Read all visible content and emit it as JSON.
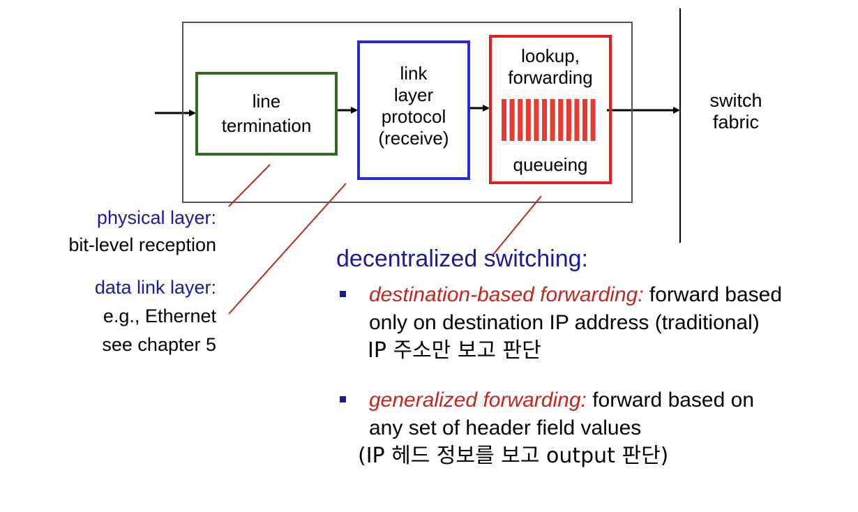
{
  "boxes": {
    "line_termination": [
      "line",
      "termination"
    ],
    "link_layer": [
      "link",
      "layer",
      "protocol",
      "(receive)"
    ],
    "lookup": {
      "top": [
        "lookup,",
        "forwarding"
      ],
      "bottom": "queueing"
    }
  },
  "right_label": [
    "switch",
    "fabric"
  ],
  "captions": {
    "physical_title": "physical layer:",
    "physical_desc": "bit-level reception",
    "datalink_title": "data link layer:",
    "datalink_desc1": "e.g., Ethernet",
    "datalink_desc2": "see chapter 5"
  },
  "heading": "decentralized switching:",
  "bullets": [
    {
      "lead": "destination-based forwarding:",
      "rest": " forward based",
      "line2": "only on destination IP address (traditional)",
      "line3": "IP 주소만 보고 판단"
    },
    {
      "lead": "generalized forwarding:",
      "rest": " forward based on",
      "line2": "any set of header field values",
      "line3": "(IP 헤드 정보를 보고 output 판단)"
    }
  ],
  "colors": {
    "line_box": "#2e6b1e",
    "link_box": "#2a2ac8",
    "lookup_box": "#e02020",
    "caption_blue": "#1b1b96",
    "emphasis_red": "#c0281e",
    "connector": "#b8281c"
  }
}
